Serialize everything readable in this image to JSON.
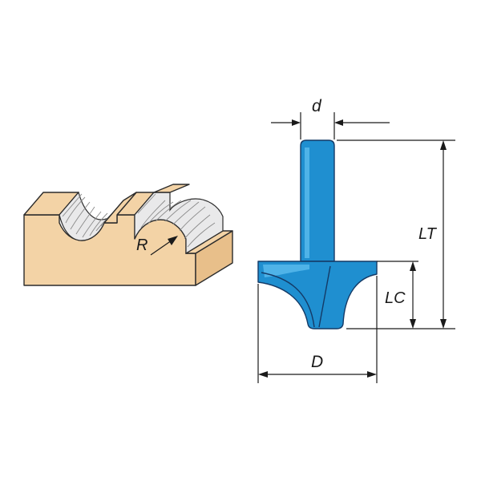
{
  "labels": {
    "radius": "R",
    "shank_diameter": "d",
    "total_length": "LT",
    "cutting_length": "LC",
    "cutting_diameter": "D"
  },
  "colors": {
    "workpiece": "#f3d3a6",
    "workpiece_side": "#e8bf8a",
    "bit": "#1f8fd0",
    "bit_highlight": "#4fb3e8",
    "outline": "#143a66"
  }
}
